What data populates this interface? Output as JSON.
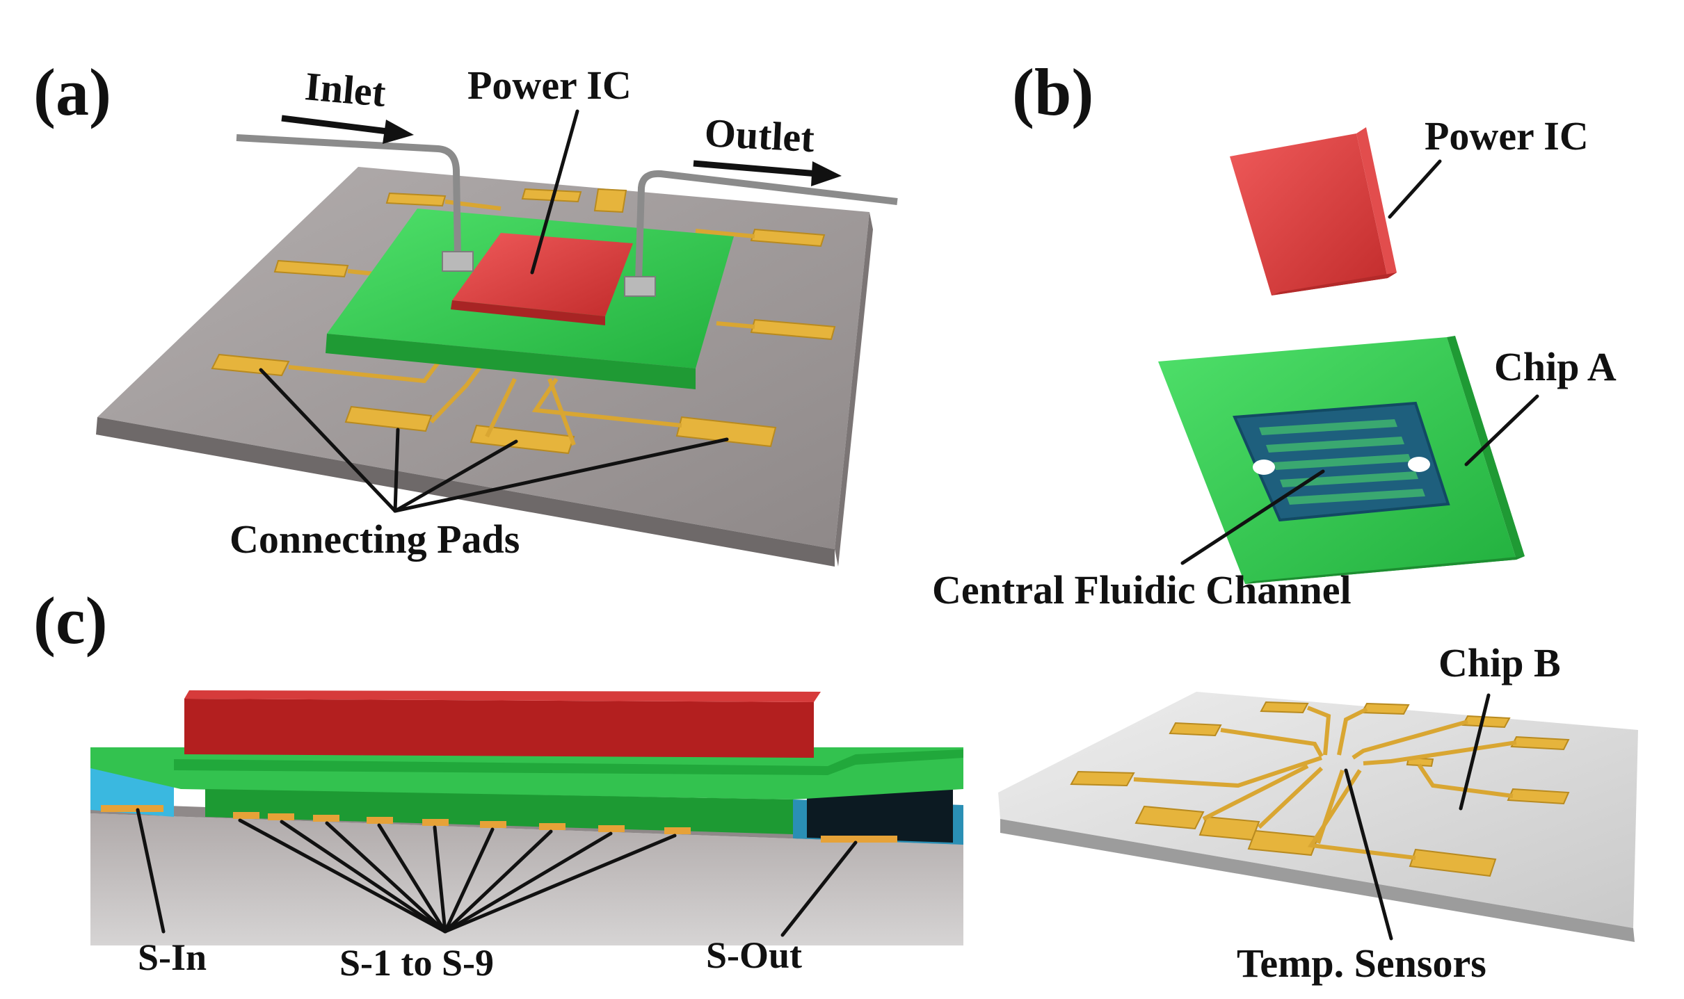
{
  "panel_labels": {
    "a": "(a)",
    "b": "(b)",
    "c": "(c)"
  },
  "panel_a": {
    "inlet": "Inlet",
    "power_ic": "Power IC",
    "outlet": "Outlet",
    "connecting_pads": "Connecting Pads"
  },
  "panel_b": {
    "power_ic": "Power IC",
    "chip_a": "Chip A",
    "central_channel": "Central Fluidic Channel"
  },
  "panel_c": {
    "s_in": "S-In",
    "s_range": "S-1 to S-9",
    "s_out": "S-Out",
    "chip_b": "Chip B",
    "temp_sensors": "Temp. Sensors"
  },
  "colors": {
    "power_ic": "#d93a3a",
    "chip_green": "#33c24f",
    "pads_gold": "#e6b43c",
    "substrate_gray": "#9c9696",
    "channel_blue": "#2a8fb5"
  }
}
